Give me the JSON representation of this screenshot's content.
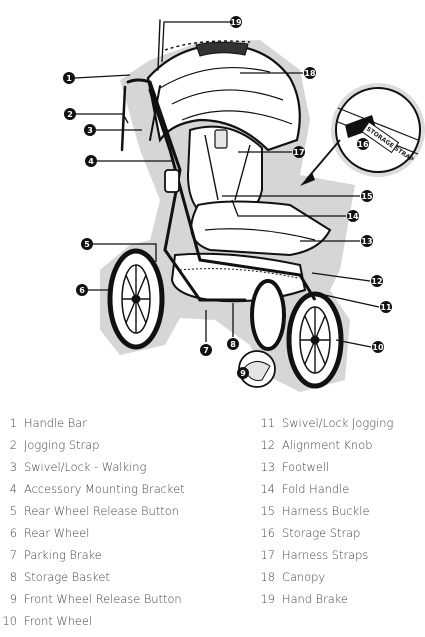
{
  "callouts": [
    "1",
    "2",
    "3",
    "4",
    "5",
    "6",
    "7",
    "8",
    "9",
    "10",
    "11",
    "12",
    "13",
    "14",
    "15",
    "16",
    "17",
    "18",
    "19"
  ],
  "strap_tag": "STORAGE STRAP",
  "legend_left": [
    {
      "num": "1",
      "label": "Handle Bar"
    },
    {
      "num": "2",
      "label": "Jogging Strap"
    },
    {
      "num": "3",
      "label": "Swivel/Lock - Walking"
    },
    {
      "num": "4",
      "label": "Accessory Mounting Bracket"
    },
    {
      "num": "5",
      "label": "Rear Wheel Release Button"
    },
    {
      "num": "6",
      "label": "Rear Wheel"
    },
    {
      "num": "7",
      "label": "Parking Brake"
    },
    {
      "num": "8",
      "label": "Storage Basket"
    },
    {
      "num": "9",
      "label": "Front Wheel Release Button"
    },
    {
      "num": "10",
      "label": "Front Wheel"
    }
  ],
  "legend_right": [
    {
      "num": "11",
      "label": "Swivel/Lock Jogging"
    },
    {
      "num": "12",
      "label": "Alignment Knob"
    },
    {
      "num": "13",
      "label": "Footwell"
    },
    {
      "num": "14",
      "label": "Fold Handle"
    },
    {
      "num": "15",
      "label": "Harness Buckle"
    },
    {
      "num": "16",
      "label": "Storage Strap"
    },
    {
      "num": "17",
      "label": "Harness Straps"
    },
    {
      "num": "18",
      "label": "Canopy"
    },
    {
      "num": "19",
      "label": "Hand Brake"
    }
  ]
}
